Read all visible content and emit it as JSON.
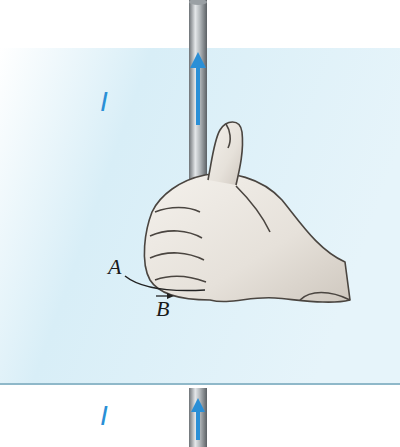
{
  "diagram": {
    "labels": [
      "I",
      "I",
      "A",
      "B"
    ]
  }
}
